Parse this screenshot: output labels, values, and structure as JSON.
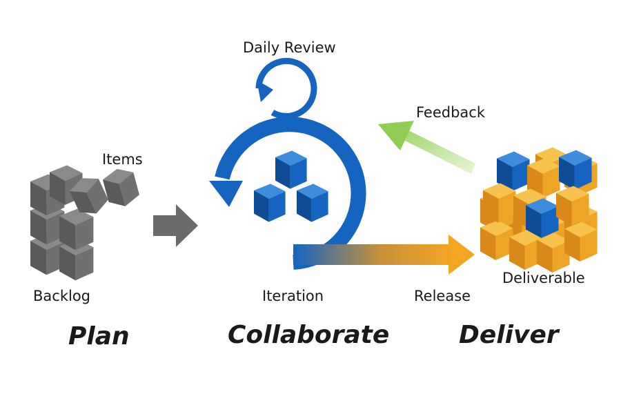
{
  "labels": {
    "items": "Items",
    "backlog": "Backlog",
    "daily_review": "Daily Review",
    "feedback": "Feedback",
    "iteration": "Iteration",
    "release": "Release",
    "deliverable": "Deliverable"
  },
  "phases": {
    "plan": "Plan",
    "collaborate": "Collaborate",
    "deliver": "Deliver"
  },
  "colors": {
    "gray_cube": "#6e6e6e",
    "blue": "#1565c0",
    "orange": "#f0a020",
    "feedback_green": "#9fd36b"
  }
}
